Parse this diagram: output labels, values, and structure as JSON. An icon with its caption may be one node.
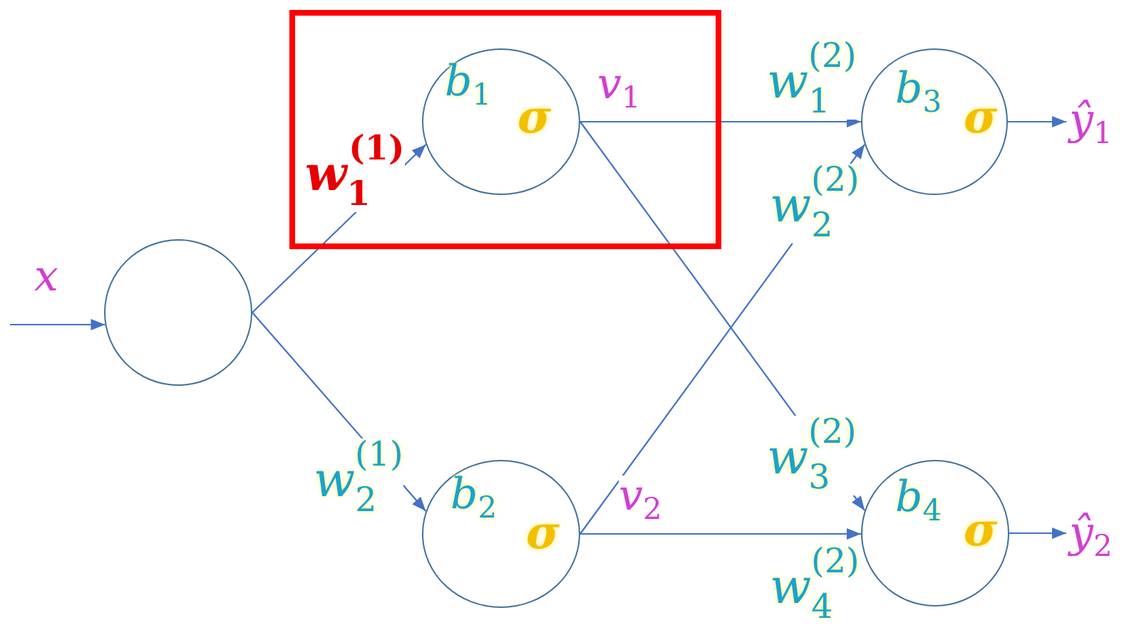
{
  "diagram": {
    "nodes": [
      {
        "text": [],
        "shape": "circle"
      },
      {
        "text": [],
        "shape": "box"
      },
      {
        "text": [
          "*b*$_{1}$",
          "σ"
        ],
        "in": 1,
        "beside": [
          "*v*$_{1}$"
        ]
      },
      {
        "text": [
          "*b*$_{2}$",
          "σ"
        ],
        "beside": [
          "*v*$_{2}$"
        ]
      },
      {
        "text": [
          "*b*$_{3}$",
          "σ"
        ]
      },
      {
        "text": [
          "*b*$_{4}$",
          "σ"
        ]
      },
      {
        "text": [
          "*ŷ*$_{1}$"
        ]
      },
      {
        "text": [
          "*ŷ*$_{2}$"
        ]
      }
    ],
    "edges": [
      {
        "from": null,
        "to": 0,
        "arrow": "to",
        "label": "x"
      },
      {
        "from": 0,
        "to": 2,
        "arrow": "to",
        "label": "*w*$_{1}$$^{(1)}$"
      },
      {
        "from": 0,
        "to": 3,
        "arrow": "to",
        "label": "*w*$_{2}$$^{(1)}$"
      },
      {
        "from": 2,
        "to": 4,
        "arrow": "to",
        "label": "*w*$_{1}$$^{(2)}$"
      },
      {
        "from": 2,
        "to": 5,
        "arrow": "to",
        "label": "*w*$_{3}$$^{(2)}$"
      },
      {
        "from": 3,
        "to": 4,
        "arrow": "to",
        "label": "*w*$_{2}$$^{(2)}$"
      },
      {
        "from": 3,
        "to": 5,
        "arrow": "to",
        "label": "*w*$_{4}$$^{(2)}$"
      },
      {
        "from": 4,
        "to": 6,
        "arrow": "to"
      },
      {
        "from": 5,
        "to": 7,
        "arrow": "to"
      }
    ]
  }
}
